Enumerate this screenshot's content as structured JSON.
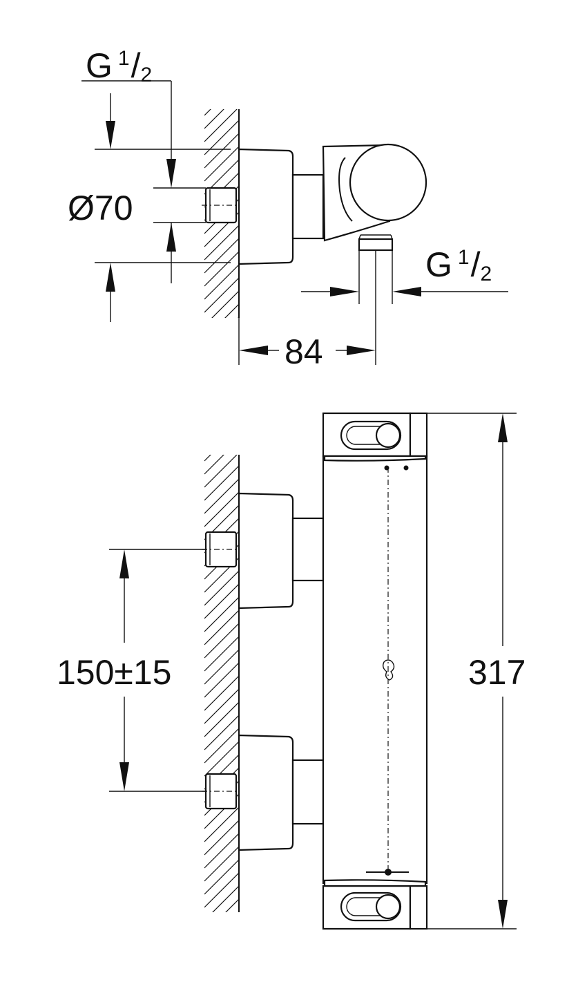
{
  "labels": {
    "side_top_thread": {
      "main": "G",
      "num": "1",
      "slash": "/",
      "den": "2"
    },
    "side_diameter": "Ø70",
    "side_outlet_thread": {
      "main": "G",
      "num": "1",
      "slash": "/",
      "den": "2"
    },
    "side_depth": "84",
    "front_center_distance": "150±15",
    "front_height": "317"
  }
}
